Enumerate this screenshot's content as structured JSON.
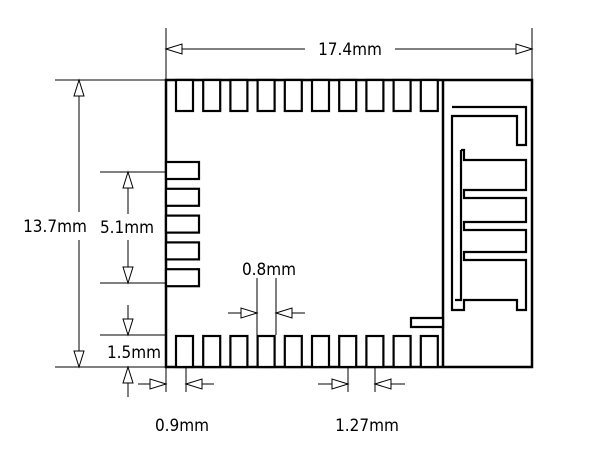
{
  "dimensions": {
    "width": "17.4mm",
    "height": "13.7mm",
    "side_pad_span": "5.1mm",
    "pad_width": "0.8mm",
    "pad_height": "1.5mm",
    "edge_offset": "0.9mm",
    "pad_pitch": "1.27mm"
  },
  "module": {
    "top_pad_count": 10,
    "bottom_pad_count": 10,
    "left_pad_count": 5,
    "antenna": "meander"
  }
}
